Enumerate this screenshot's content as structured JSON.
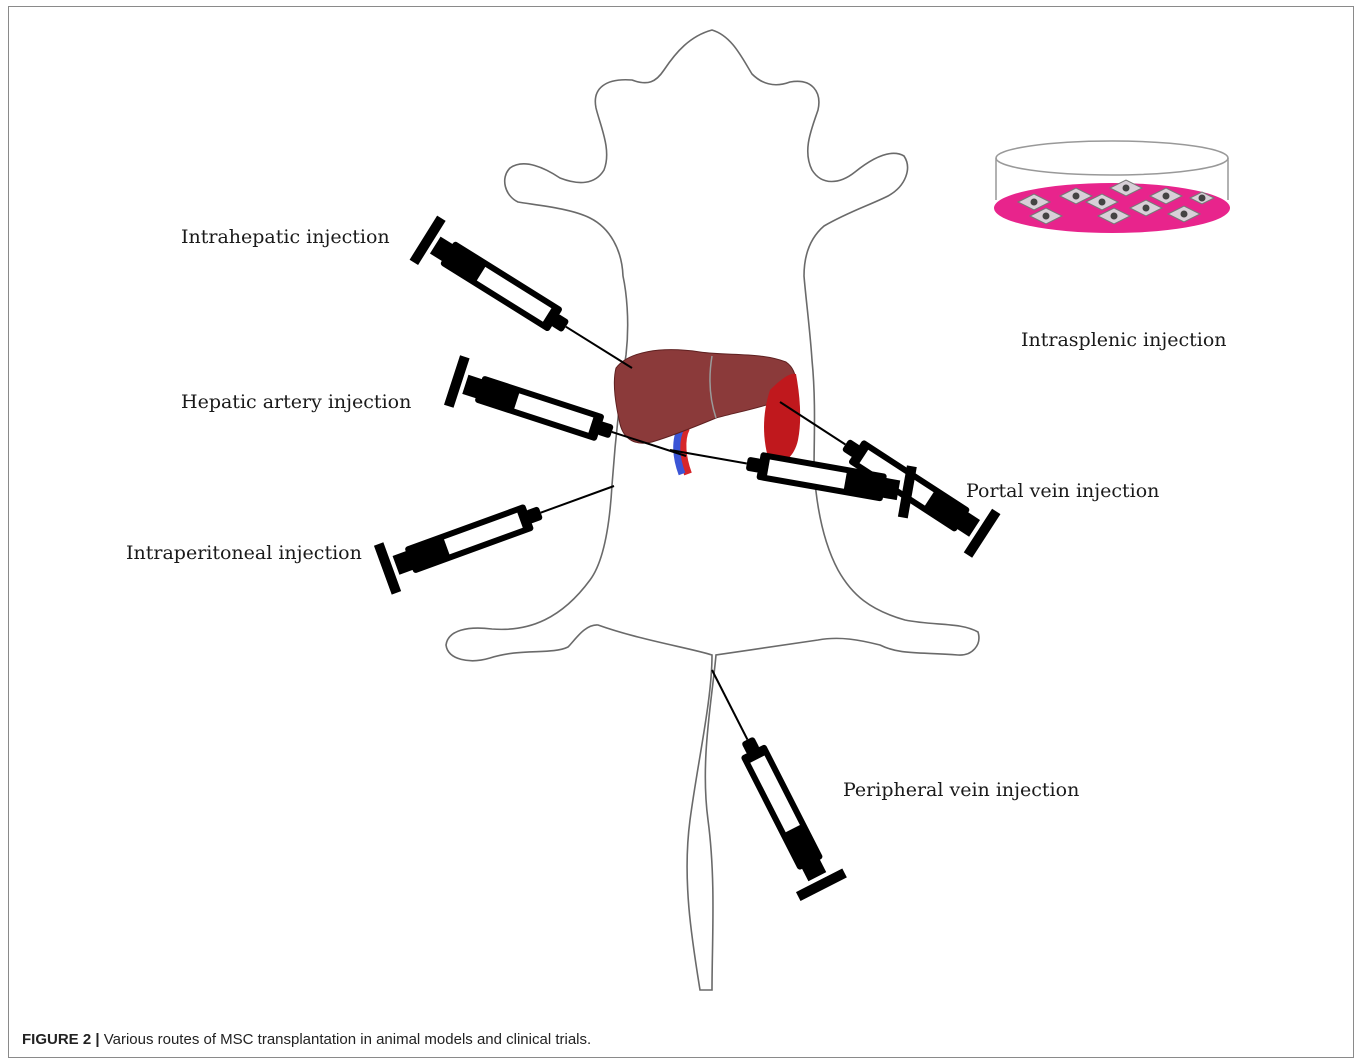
{
  "figure": {
    "labels": {
      "intrahepatic": "Intrahepatic injection",
      "intrasplenic": "Intrasplenic injection",
      "hepatic_artery": "Hepatic artery injection",
      "portal_vein": "Portal vein injection",
      "intraperitoneal": "Intraperitoneal injection",
      "peripheral_vein": "Peripheral  vein injection"
    },
    "colors": {
      "liver": "#8b3a3a",
      "spleen": "#c0181d",
      "vein_blue": "#3b55d6",
      "artery_red": "#d6262a",
      "dish_medium": "#e8248c",
      "syringe": "#000000"
    },
    "icons": [
      "rat-outline",
      "liver",
      "spleen",
      "blood-vessels",
      "petri-dish-cells",
      "syringe"
    ]
  },
  "caption": {
    "label": "FIGURE 2 |",
    "text": " Various routes of MSC transplantation in animal models and clinical trials."
  }
}
